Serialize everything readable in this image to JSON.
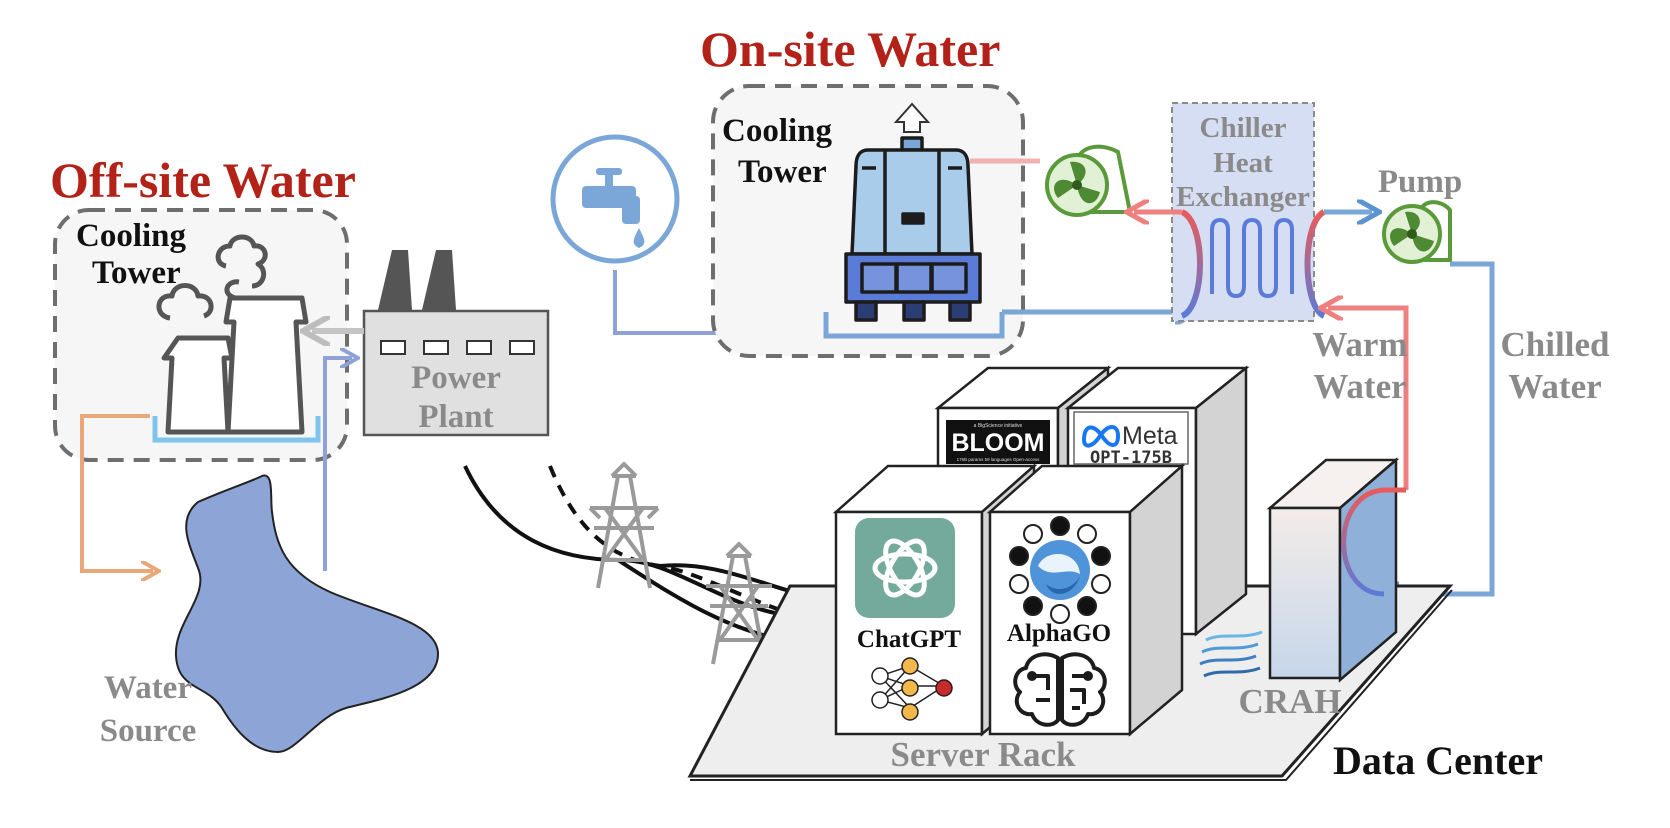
{
  "colors": {
    "title_red": "#b22218",
    "gray_label": "#8a8a8a",
    "blue_pipe": "#7aa6d8",
    "red_pipe": "#ef8080",
    "orange_pipe": "#eaa77a",
    "fan_green": "#5a9a3a",
    "water_body": "#8ca5d6"
  },
  "offsite": {
    "title": "Off-site Water",
    "cooling_tower_label_1": "Cooling",
    "cooling_tower_label_2": "Tower",
    "power_plant_label_1": "Power",
    "power_plant_label_2": "Plant",
    "water_source_label_1": "Water",
    "water_source_label_2": "Source"
  },
  "onsite": {
    "title": "On-site Water",
    "cooling_tower_label_1": "Cooling",
    "cooling_tower_label_2": "Tower",
    "chiller_label_1": "Chiller",
    "chiller_label_2": "Heat",
    "chiller_label_3": "Exchanger",
    "pump_label": "Pump",
    "warm_water_label_1": "Warm",
    "warm_water_label_2": "Water",
    "chilled_water_label_1": "Chilled",
    "chilled_water_label_2": "Water"
  },
  "datacenter": {
    "title": "Data Center",
    "server_rack_label": "Server Rack",
    "crah_label": "CRAH",
    "models": {
      "chatgpt": "ChatGPT",
      "alphago": "AlphaGO",
      "meta": "Meta",
      "opt": "OPT-175B",
      "bloom": "BLOOM",
      "bloom_sub": "a BigScience initiative",
      "bloom_foot": "176B params   59 languages   Open-access"
    }
  },
  "icons": [
    "water-tap-icon",
    "fan-icon",
    "up-arrow-icon",
    "factory-icon",
    "transmission-tower-icon",
    "neural-network-icon",
    "brain-chip-icon",
    "openai-logo-icon",
    "deepmind-logo-icon",
    "meta-logo-icon"
  ]
}
